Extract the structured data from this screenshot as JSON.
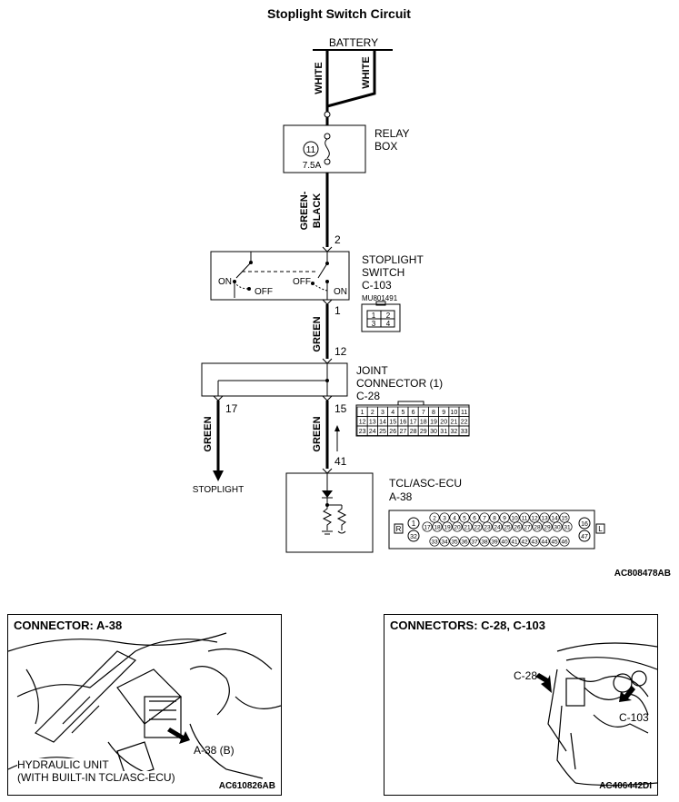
{
  "title": "Stoplight Switch Circuit",
  "battery": {
    "label": "BATTERY",
    "wire_left": "WHITE",
    "wire_right": "WHITE"
  },
  "relay_box": {
    "label_line1": "RELAY",
    "label_line2": "BOX",
    "fuse_number": "11",
    "fuse_rating": "7.5A",
    "wire_out": "GREEN-",
    "wire_out2": "BLACK"
  },
  "stoplight_switch": {
    "label_line1": "STOPLIGHT",
    "label_line2": "SWITCH",
    "connector": "C-103",
    "part_no": "MU801491",
    "pin_in": "2",
    "pin_out": "1",
    "on_left": "ON",
    "off_left": "OFF",
    "off_right": "OFF",
    "on_right": "ON",
    "connector_pins": [
      "1",
      "2",
      "3",
      "4"
    ]
  },
  "wire_switch_to_joint": "GREEN",
  "joint_connector": {
    "label_line1": "JOINT",
    "label_line2": "CONNECTOR (1)",
    "connector": "C-28",
    "pin_in": "12",
    "pin_left": "17",
    "pin_right": "15",
    "pins_row1": [
      "1",
      "2",
      "3",
      "4",
      "5",
      "6",
      "7",
      "8",
      "9",
      "10",
      "11"
    ],
    "pins_row2": [
      "12",
      "13",
      "14",
      "15",
      "16",
      "17",
      "18",
      "19",
      "20",
      "21",
      "22"
    ],
    "pins_row3": [
      "23",
      "24",
      "25",
      "26",
      "27",
      "28",
      "29",
      "30",
      "31",
      "32",
      "33"
    ]
  },
  "wire_left": "GREEN",
  "wire_right": "GREEN",
  "stoplight_label": "STOPLIGHT",
  "tcl_ecu": {
    "label": "TCL/ASC-ECU",
    "connector": "A-38",
    "pin": "41",
    "pins_row1": [
      "2",
      "3",
      "4",
      "5",
      "6",
      "7",
      "8",
      "9",
      "10",
      "11",
      "12",
      "13",
      "14",
      "15"
    ],
    "pins_row2": [
      "17",
      "18",
      "19",
      "20",
      "21",
      "22",
      "23",
      "24",
      "25",
      "26",
      "27",
      "28",
      "29",
      "30",
      "31"
    ],
    "pins_row3": [
      "33",
      "34",
      "35",
      "36",
      "37",
      "38",
      "39",
      "40",
      "41",
      "42",
      "43",
      "44",
      "45",
      "46"
    ],
    "pin_1": "1",
    "pin_16": "16",
    "pin_32": "32",
    "pin_47": "47",
    "left_mark": "R",
    "right_mark": "L"
  },
  "diagram_code": "AC808478AB",
  "panel_left": {
    "title": "CONNECTOR: A-38",
    "callout_connector": "A-38 (B)",
    "callout_unit_line1": "HYDRAULIC UNIT",
    "callout_unit_line2": "(WITH BUILT-IN TCL/ASC-ECU)",
    "code": "AC610826AB"
  },
  "panel_right": {
    "title": "CONNECTORS: C-28, C-103",
    "callout_c28": "C-28",
    "callout_c103": "C-103",
    "code": "AC406442DI"
  }
}
